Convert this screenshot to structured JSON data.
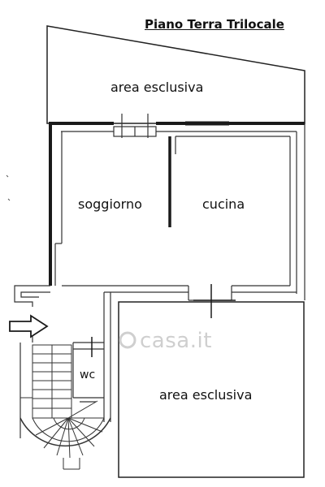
{
  "title": "Piano Terra Trilocale",
  "rooms": {
    "area_top": "area esclusiva",
    "soggiorno": "soggiorno",
    "cucina": "cucina",
    "wc": "wc",
    "area_bottom": "area esclusiva"
  },
  "watermark": "casa.it",
  "colors": {
    "wall": "#1a1a1a",
    "line": "#333333",
    "background": "#ffffff",
    "watermark": "#cfcfcf"
  }
}
